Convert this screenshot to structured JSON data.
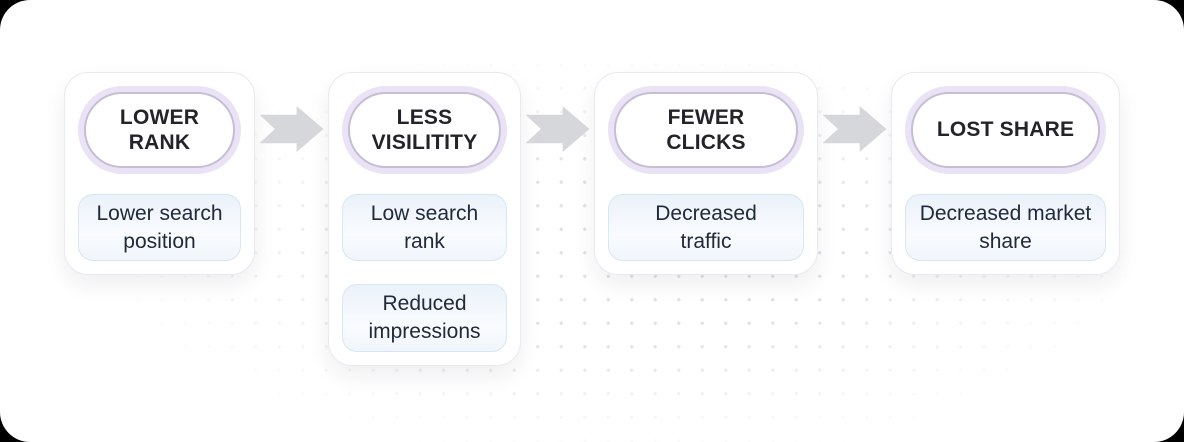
{
  "diagram": {
    "type": "flow",
    "direction": "left-to-right",
    "steps": [
      {
        "title": "LOWER RANK",
        "items": [
          "Lower search position"
        ]
      },
      {
        "title": "LESS VISILITITY",
        "items": [
          "Low search rank",
          "Reduced impressions"
        ]
      },
      {
        "title": "FEWER CLICKS",
        "items": [
          "Decreased traffic"
        ]
      },
      {
        "title": "LOST SHARE",
        "items": [
          "Decreased market share"
        ]
      }
    ],
    "connector_icon": "arrow-right-icon"
  },
  "colors": {
    "page_background": "#000000",
    "panel_background": "#ffffff",
    "pill_ring": "#eae2f5",
    "pill_border": "#c5bed4",
    "title_text": "#232329",
    "item_background_top": "#ebf2fa",
    "item_text": "#202a3a",
    "arrow": "#d6d7da",
    "dots": "#b6bbc8"
  }
}
